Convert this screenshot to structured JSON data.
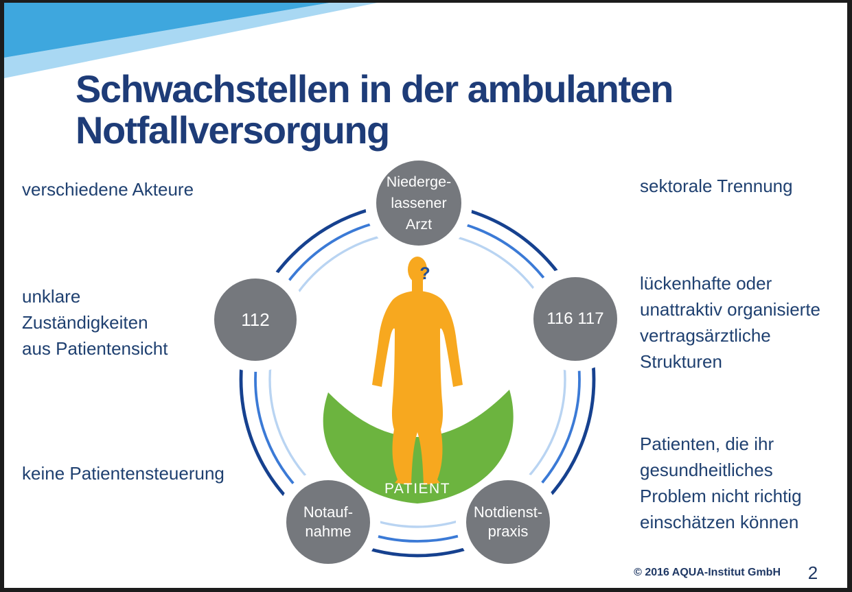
{
  "slide": {
    "title": "Schwachstellen in der ambulanten\nNotfallversorgung"
  },
  "annotations": {
    "left": [
      {
        "text": "verschiedene Akteure"
      },
      {
        "text": "unklare\nZuständigkeiten\naus Patientensicht"
      },
      {
        "text": "keine Patientensteuerung"
      }
    ],
    "right": [
      {
        "text": "sektorale Trennung"
      },
      {
        "text": "lückenhafte oder\nunattraktiv organisierte\nvertragsärztliche\nStrukturen"
      },
      {
        "text": "Patienten, die ihr\ngesundheitliches\nProblem nicht richtig\neinschätzen können"
      }
    ]
  },
  "diagram": {
    "nodes": {
      "top": {
        "label": "Niederge-\nlassener\nArzt"
      },
      "left": {
        "label": "112"
      },
      "right": {
        "label": "116 117"
      },
      "bottom_left": {
        "label": "Notauf-\nnahme"
      },
      "bottom_right": {
        "label": "Notdienst-\npraxis"
      }
    },
    "patient": {
      "question_mark": "?",
      "label": "PATIENT"
    }
  },
  "footer": {
    "copyright": "© 2016 AQUA-Institut GmbH",
    "page_number": "2"
  },
  "colors": {
    "banner_blue": "#3EA7DE",
    "banner_light_blue": "#A9D8F3",
    "title_navy": "#1E3C78",
    "text_navy": "#1F4070",
    "footer_navy": "#1F3864",
    "arc_dark": "#16418F",
    "arc_medium": "#3B7AD6",
    "arc_light": "#B9D4F2",
    "node_gray": "#75787D",
    "person_orange": "#F7A81F",
    "bowl_green": "#6CB43F",
    "question_mark_blue": "#1F4E9A",
    "label_white": "#FFFFFF",
    "background_white": "#FFFFFF"
  }
}
